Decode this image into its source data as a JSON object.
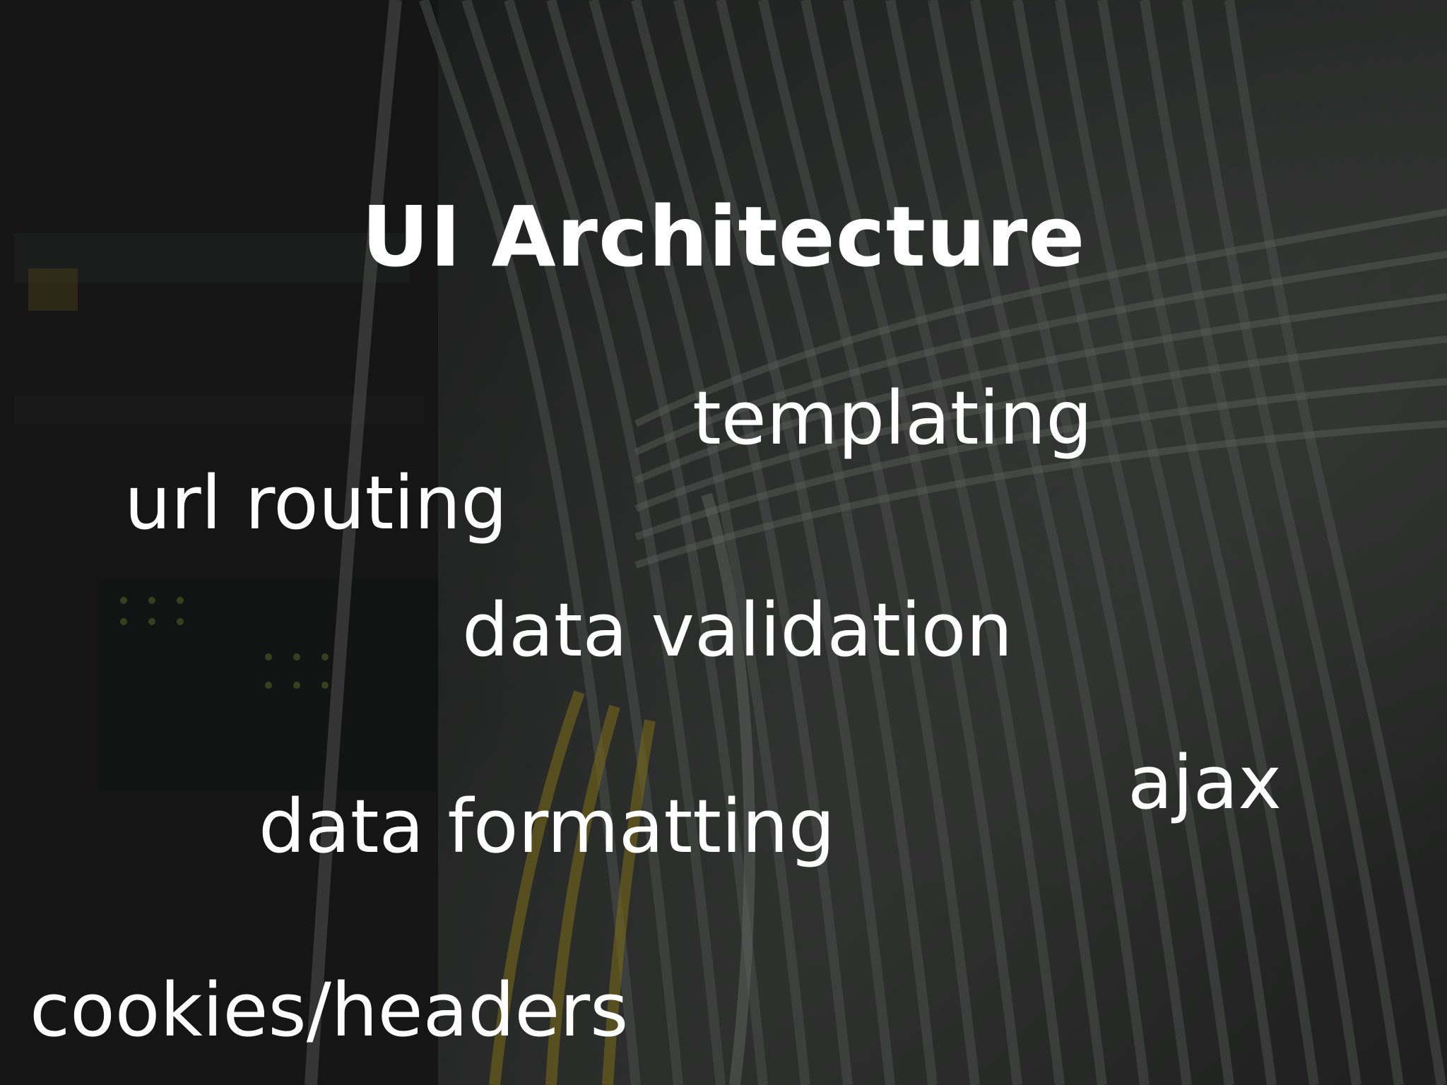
{
  "slide": {
    "title": "UI Architecture",
    "terms": {
      "templating": "templating",
      "url_routing": "url routing",
      "data_validation": "data validation",
      "ajax": "ajax",
      "data_formatting": "data formatting",
      "cookies_headers": "cookies/headers"
    }
  },
  "colors": {
    "text": "#ffffff",
    "background": "#2a2b2a"
  }
}
